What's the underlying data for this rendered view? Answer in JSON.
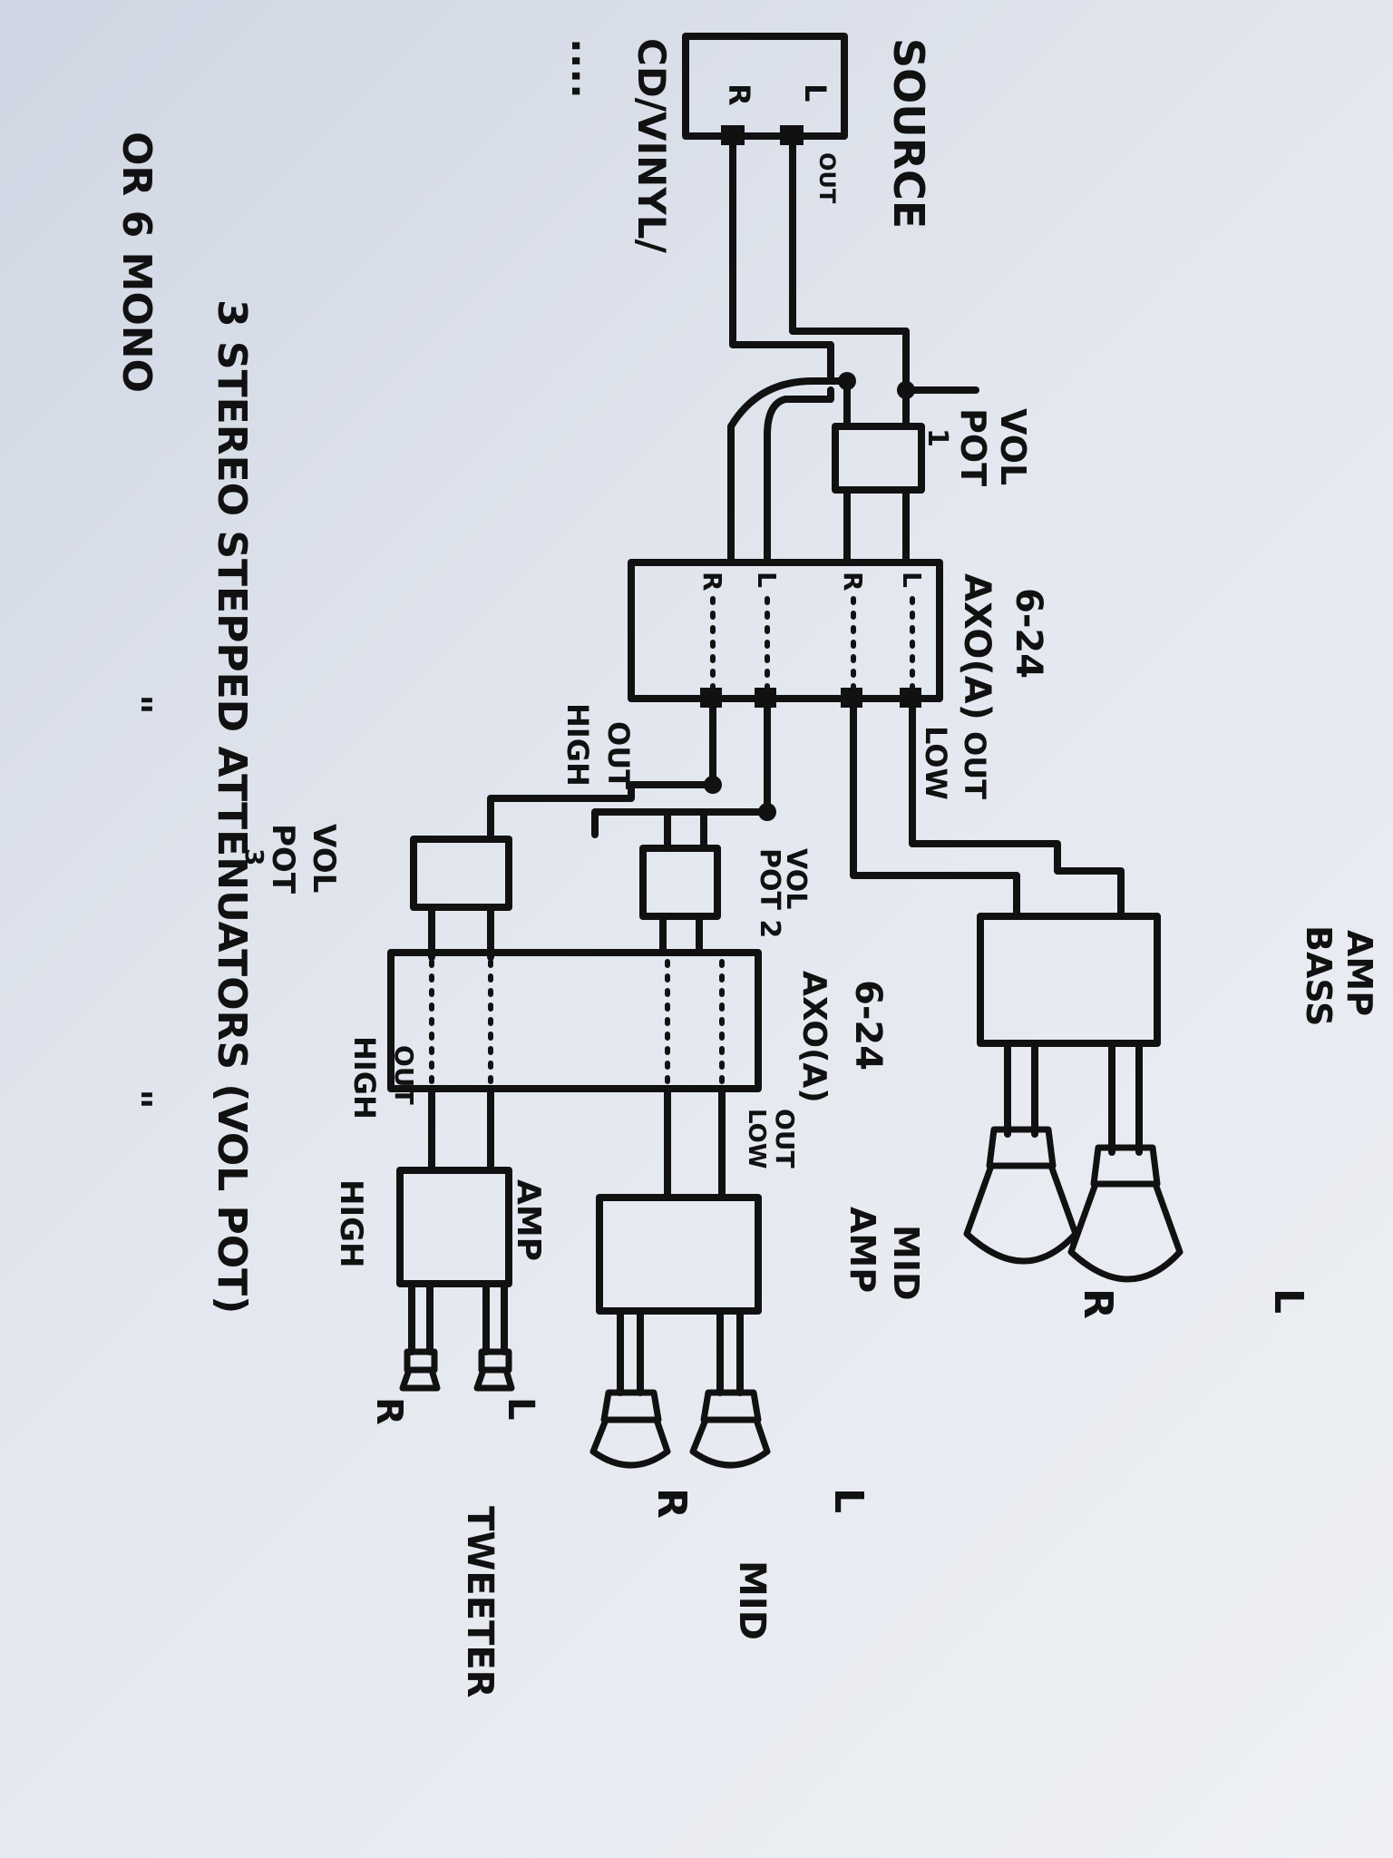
{
  "source": {
    "label": "SOURCE",
    "types": "CD/VINYL/",
    "more": "....",
    "left": "L",
    "right": "R",
    "out": "OUT"
  },
  "volpot1": {
    "line1": "VOL",
    "line2": "POT",
    "line3": "1"
  },
  "xo1": {
    "line1": "6-24",
    "line2": "AXO(A)",
    "out": "OUT",
    "low": "LOW",
    "chL1": "L",
    "chR1": "R",
    "chL2": "L",
    "chR2": "R"
  },
  "xo1_high": {
    "out": "OUT",
    "high": "HIGH"
  },
  "volpot2": {
    "line1": "VOL",
    "line2": "POT 2"
  },
  "volpot3": {
    "line1": "VOL",
    "line2": "POT",
    "num": "3"
  },
  "xo2": {
    "line1": "6-24",
    "line2": "AXO(A)",
    "out": "OUT",
    "low": "LOW",
    "out_high": "OUT",
    "high": "HIGH"
  },
  "amp_bass": {
    "line1": "AMP",
    "line2": "BASS",
    "spk_l": "L",
    "spk_r": "R"
  },
  "amp_mid": {
    "line1": "MID",
    "line2": "AMP",
    "spk_l": "L",
    "spk_r": "R",
    "group": "MID"
  },
  "amp_high": {
    "line1": "AMP",
    "line2": "HIGH",
    "spk_l": "L",
    "spk_r": "R",
    "group": "TWEETER"
  },
  "notes": {
    "line1": "3 STEREO STEPPED ATTENUATORS (VOL POT)",
    "line2a": "OR 6 MONO",
    "ditto": "\""
  },
  "colors": {
    "ink": "#111111",
    "paper": "#e3e7ef"
  }
}
